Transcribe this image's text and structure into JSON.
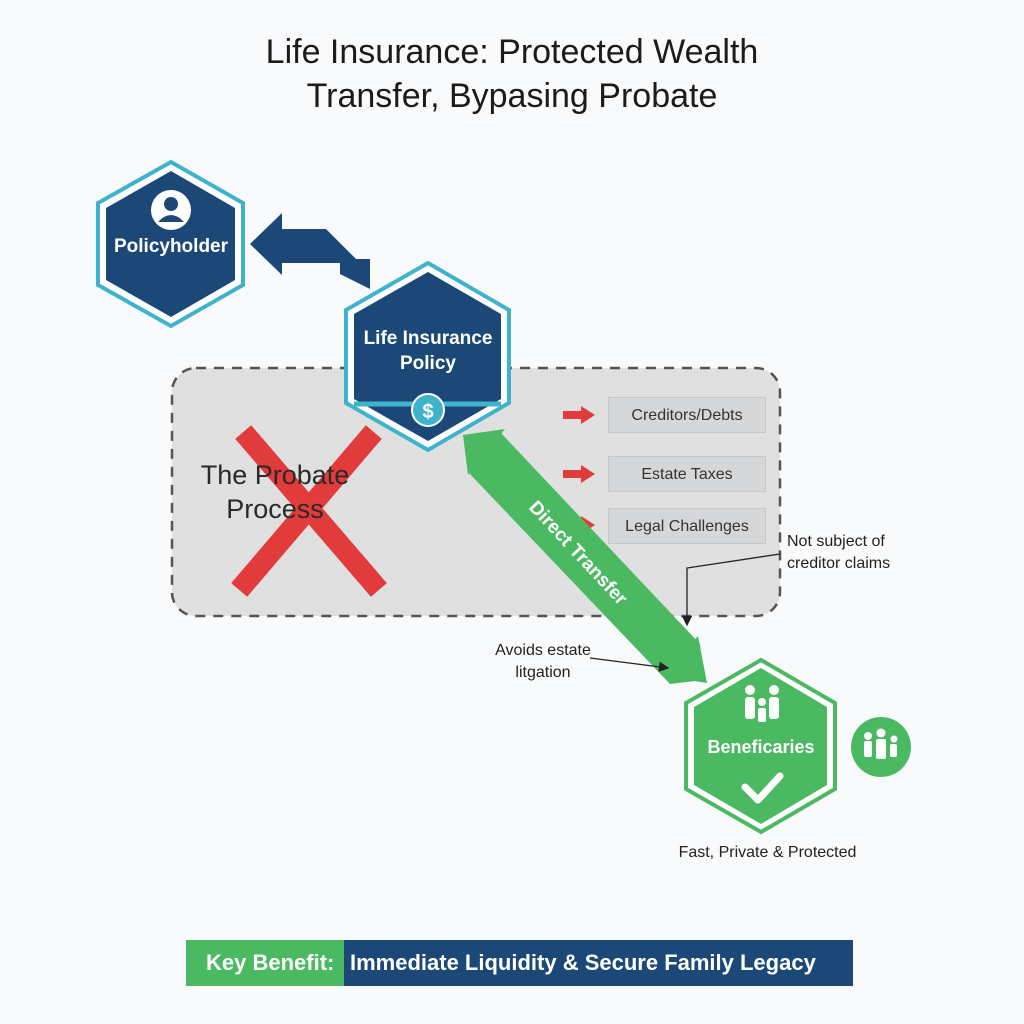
{
  "title": {
    "line1": "Life Insurance: Protected Wealth",
    "line2": "Transfer, Bypasing Probate"
  },
  "nodes": {
    "policyholder": {
      "label": "Policyholder",
      "icon": "user-icon"
    },
    "policy": {
      "line1": "Life Insurance",
      "line2": "Policy",
      "icon": "dollar-icon",
      "symbol": "$"
    },
    "beneficiaries": {
      "label": "Beneficaries",
      "icon": "family-icon",
      "check_icon": "check-icon"
    }
  },
  "probate": {
    "line1": "The Probate",
    "line2": "Process",
    "cross_icon": "cross-icon",
    "items": [
      "Creditors/Debts",
      "Estate Taxes",
      "Legal Challenges"
    ]
  },
  "transfer": {
    "label": "Direct Transfer"
  },
  "annotations": {
    "creditor_line1": "Not subject of",
    "creditor_line2": "creditor claims",
    "litigation_line1": "Avoids estate",
    "litigation_line2": "litgation",
    "beneficiary_caption": "Fast, Private & Protected"
  },
  "banner": {
    "key": "Key Benefit:",
    "value": "Immediate Liquidity & Secure Family Legacy"
  },
  "colors": {
    "navy": "#1c4878",
    "teal_border": "#3fb2cc",
    "green": "#4bb962",
    "red": "#e23b3b",
    "box_bg": "#d6d7d9"
  }
}
